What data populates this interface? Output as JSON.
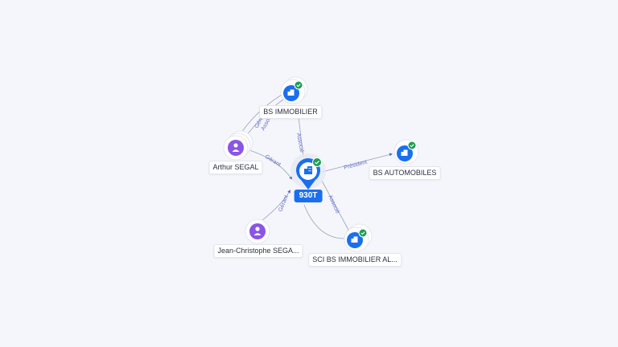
{
  "colors": {
    "company": "#1a6ff0",
    "person": "#8b55e6",
    "verified": "#1f9d55",
    "edge": "#9aa0b8",
    "edge_label": "#6670c9"
  },
  "center": {
    "label": "930T",
    "icon": "building-icon"
  },
  "nodes": {
    "bs_immobilier": {
      "label": "BS IMMOBILIER",
      "icon": "building-icon",
      "verified": true
    },
    "bs_automobiles": {
      "label": "BS AUTOMOBILES",
      "icon": "building-icon",
      "verified": true
    },
    "sci_bs": {
      "label": "SCI BS IMMOBILIER AL...",
      "icon": "building-icon",
      "verified": true
    },
    "arthur": {
      "label": "Arthur SEGAL",
      "icon": "person-icon"
    },
    "jean": {
      "label": "Jean-Christophe SEGA...",
      "icon": "person-icon"
    }
  },
  "edges": {
    "center_bs_immobilier": "Associé",
    "center_bs_automobiles": "Président",
    "center_sci_bs": "Associé",
    "arthur_center": "Gérant",
    "jean_center": "Gérant",
    "arthur_bs_immobilier_1": "Gérant",
    "arthur_bs_immobilier_2": "Associé"
  }
}
